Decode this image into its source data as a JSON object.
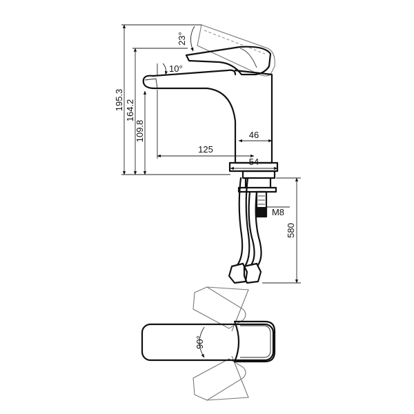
{
  "dimensions": {
    "total_height": "195.3",
    "handle_height": "164.2",
    "spout_height": "109.8",
    "body_width": "46",
    "spout_reach": "125",
    "base_diameter": "54",
    "hose_length": "580",
    "thread": "M8"
  },
  "angles": {
    "handle_tilt": "23°",
    "spout_tilt": "10°",
    "handle_rotation": "90°"
  }
}
